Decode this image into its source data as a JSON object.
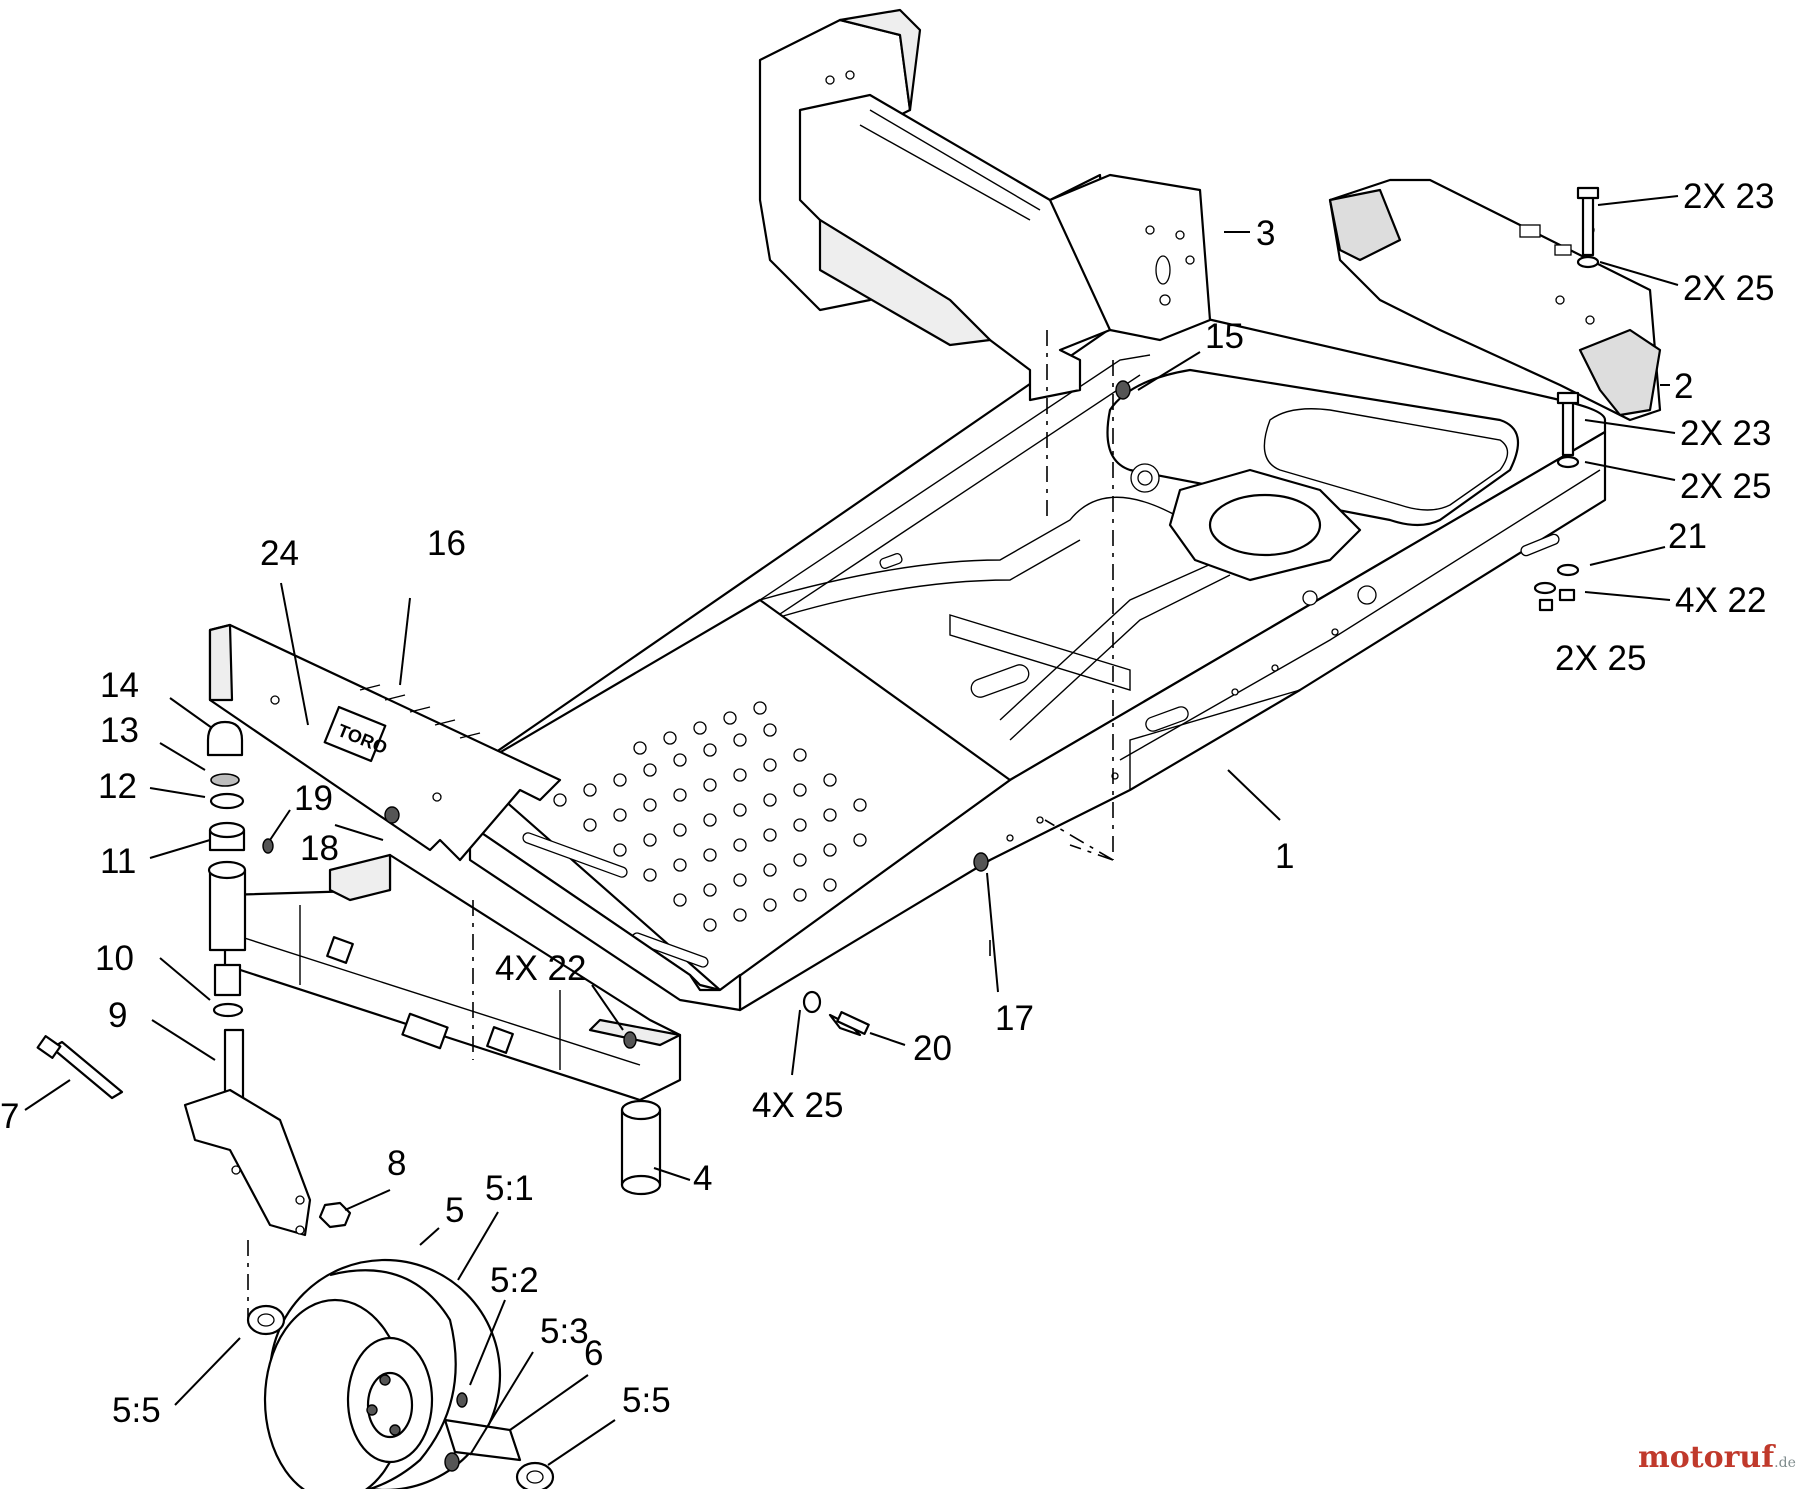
{
  "callouts": {
    "c1": "1",
    "c2": "2",
    "c3": "3",
    "c4": "4",
    "c5": "5",
    "c5_1": "5:1",
    "c5_2": "5:2",
    "c5_3": "5:3",
    "c5_5a": "5:5",
    "c5_5b": "5:5",
    "c6": "6",
    "c7": "7",
    "c8": "8",
    "c9": "9",
    "c10": "10",
    "c11": "11",
    "c12": "12",
    "c13": "13",
    "c14": "14",
    "c15": "15",
    "c16": "16",
    "c17": "17",
    "c18": "18",
    "c19": "19",
    "c20": "20",
    "c21": "21",
    "c24": "24",
    "c2x23a": "2X 23",
    "c2x25a": "2X 25",
    "c2x23b": "2X 23",
    "c2x25b": "2X 25",
    "c4x22a": "4X 22",
    "c2x25c": "2X 25",
    "c4x22b": "4X 22",
    "c4x25": "4X 25"
  },
  "logo_text": "TORO",
  "watermark": {
    "main": "motoruf",
    "suffix": ".de"
  }
}
